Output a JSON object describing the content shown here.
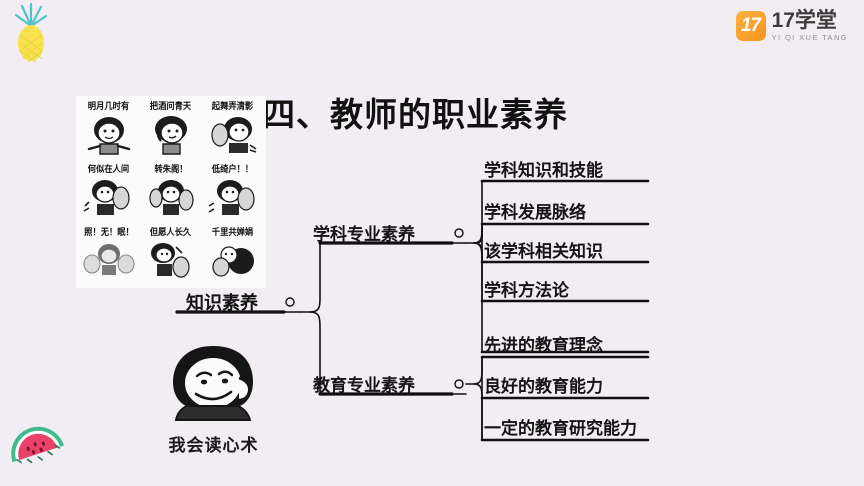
{
  "slide": {
    "background_color": "#f2ecf3",
    "title": "四、教师的职业素养"
  },
  "logo": {
    "mark_text": "17",
    "title": "17学堂",
    "subtitle": "YI QI XUE TANG",
    "accent_color": "#f7941e"
  },
  "decorations": {
    "pineapple": "pineapple-icon",
    "watermelon": "watermelon-icon"
  },
  "meme_grid": {
    "rows": [
      {
        "labels": [
          "明月几时有",
          "把酒问青天",
          "起舞弄清影"
        ]
      },
      {
        "labels": [
          "何似在人间",
          "转朱阁！",
          "低绮户！！"
        ]
      },
      {
        "labels": [
          "照！无！眠！",
          "但愿人长久",
          "千里共婵娟"
        ]
      }
    ]
  },
  "meme_bottom": {
    "caption": "我会读心术"
  },
  "mindmap": {
    "root": "知识素养",
    "branches": [
      {
        "label": "学科专业素养",
        "leaves": [
          "学科知识和技能",
          "学科发展脉络",
          "该学科相关知识",
          "学科方法论"
        ]
      },
      {
        "label": "教育专业素养",
        "leaves": [
          "先进的教育理念",
          "良好的教育能力",
          "一定的教育研究能力"
        ]
      }
    ],
    "line_color": "#101010"
  }
}
